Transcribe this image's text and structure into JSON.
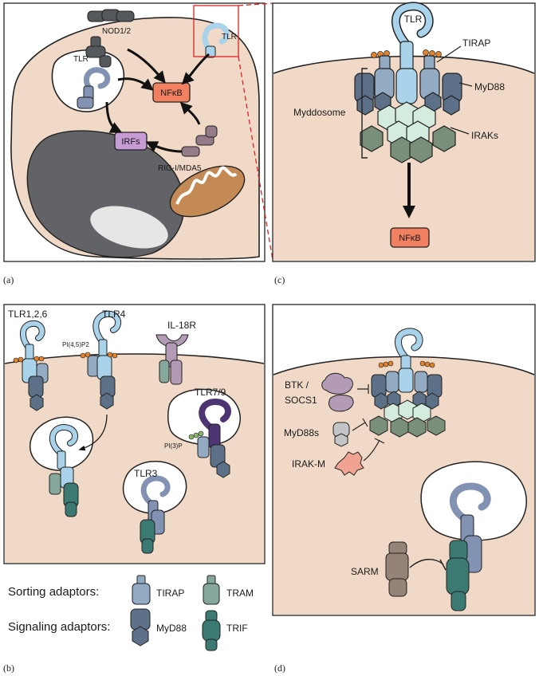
{
  "panels": {
    "a": {
      "letter": "(a)",
      "nod": "NOD1/2",
      "tlr_surface": "TLR",
      "tlr_endo": "TLR",
      "nfkb": "NFκB",
      "irfs": "IRFs",
      "rig": "RIG-I/MDA5"
    },
    "b": {
      "letter": "(b)",
      "tlr126": "TLR1,2,6",
      "tlr4": "TLR4",
      "il18r": "IL-18R",
      "pi45p2": "PI(4,5)P2",
      "tlr79": "TLR7/9",
      "pi3p": "PI(3)P",
      "tlr3": "TLR3"
    },
    "c": {
      "letter": "(c)",
      "tlr": "TLR",
      "tirap": "TIRAP",
      "myd88": "MyD88",
      "myddosome": "Myddosome",
      "iraks": "IRAKs",
      "nfkb": "NFκB"
    },
    "d": {
      "letter": "(d)",
      "btk1": "BTK /",
      "btk2": "SOCS1",
      "myd88s": "MyD88s",
      "irakm": "IRAK-M",
      "sarm": "SARM"
    }
  },
  "legend": {
    "sorting": "Sorting adaptors:",
    "signaling": "Signaling adaptors:",
    "tirap": "TIRAP",
    "tram": "TRAM",
    "myd88": "MyD88",
    "trif": "TRIF"
  },
  "colors": {
    "cytoplasm": "#f0d9c6",
    "tlr": "#a9d3ea",
    "tirap": "#93abc2",
    "myd88": "#5c7187",
    "irak_light": "#d3ecde",
    "irak_dark": "#7a8f7a",
    "tram": "#86a89c",
    "trif": "#3b7a73",
    "tlr3": "#8292b3",
    "tlr79": "#4d3472",
    "nfkb": "#f08060",
    "irfs": "#c79bd3",
    "rig": "#957a88",
    "btk": "#b39ab5",
    "irakm": "#f0a391",
    "sarm": "#958378",
    "mito": "#c48a55",
    "nucleus": "#616366",
    "nod": "#55585c",
    "lipid": "#e2832d",
    "pi3p": "#8ab56c",
    "callout": "#dd2222"
  }
}
